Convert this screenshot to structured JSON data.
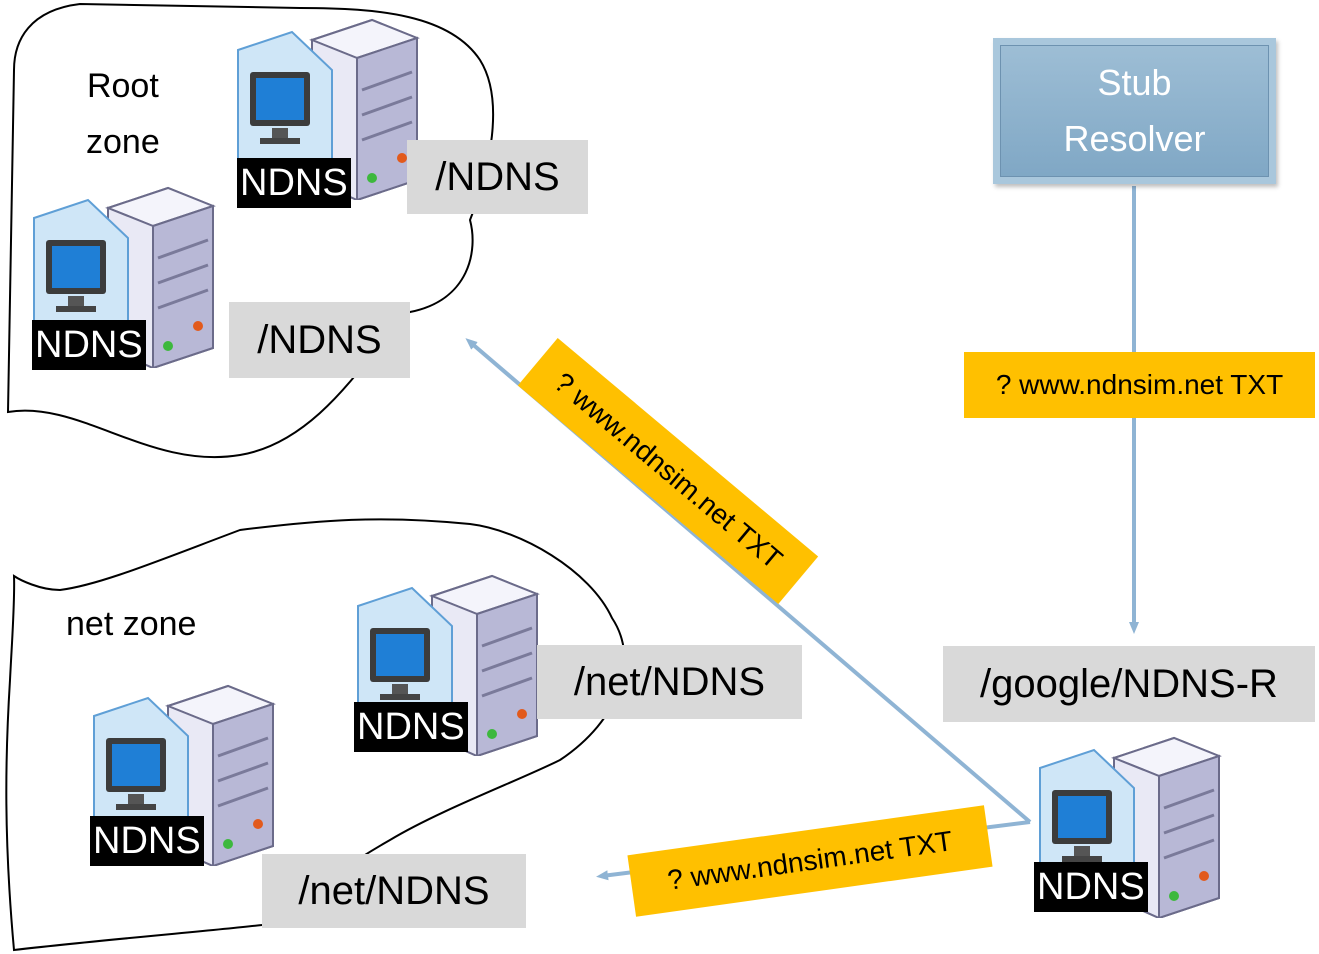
{
  "zones": {
    "root": {
      "label_line1": "Root",
      "label_line2": "zone"
    },
    "net": {
      "label": "net zone"
    }
  },
  "paths": {
    "root_a": "/NDNS",
    "root_b": "/NDNS",
    "net_a": "/net/NDNS",
    "net_b": "/net/NDNS",
    "resolver": "/google/NDNS-R"
  },
  "stub": {
    "line1": "Stub",
    "line2": "Resolver"
  },
  "server_tag": "NDNS",
  "queries": {
    "stub_to_resolver": "? www.ndnsim.net TXT",
    "resolver_to_root": "? www.ndnsim.net TXT",
    "resolver_to_net": "? www.ndnsim.net TXT"
  },
  "colors": {
    "query_bg": "#ffc000",
    "path_bg": "#d9d9d9",
    "arrow": "#8fb4d4",
    "stub_bg": "#8bb0cc"
  },
  "icons": {
    "server": "server-computer-icon"
  }
}
